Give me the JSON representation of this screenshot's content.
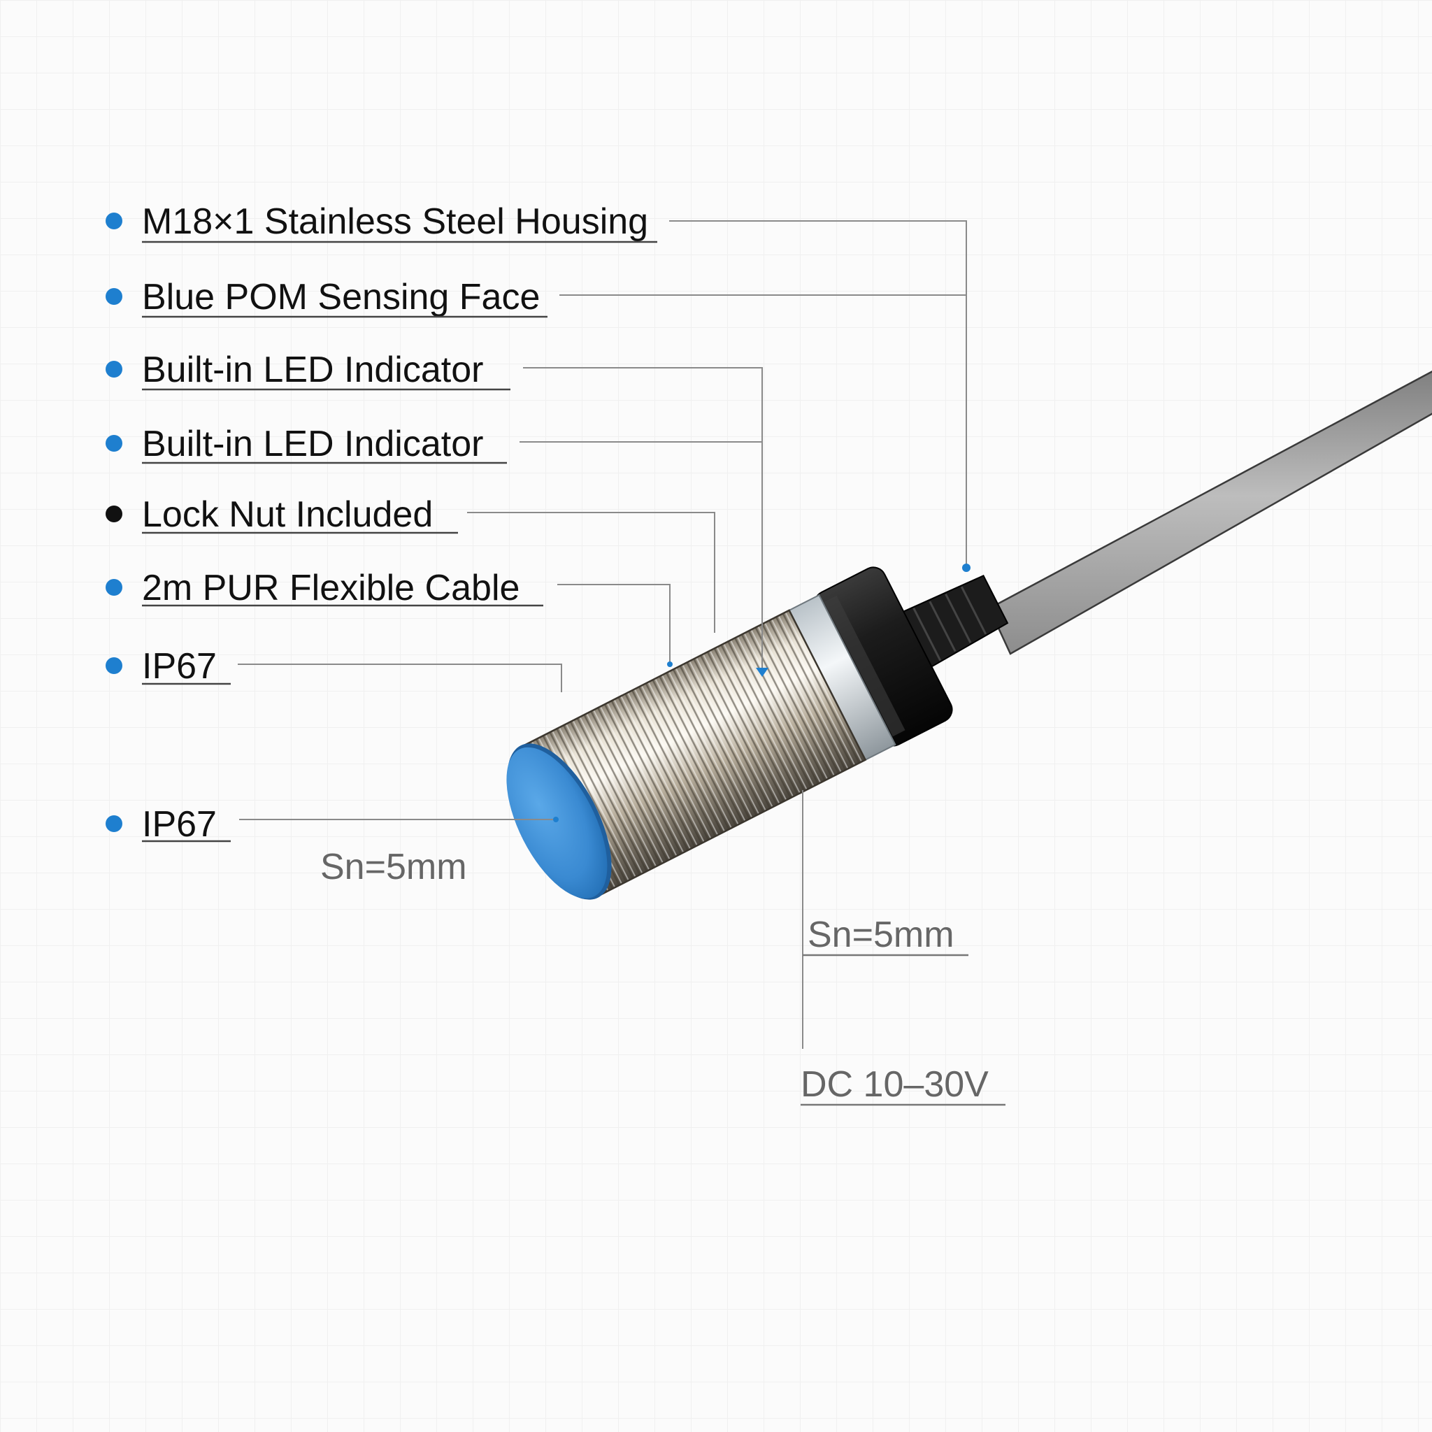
{
  "features": [
    {
      "label": "M18×1 Stainless Steel Housing",
      "bullet_color": "#1e7fcf"
    },
    {
      "label": "Blue POM Sensing Face",
      "bullet_color": "#1e7fcf"
    },
    {
      "label": "Built-in LED Indicator",
      "bullet_color": "#1e7fcf"
    },
    {
      "label": "Built-in LED Indicator",
      "bullet_color": "#1e7fcf"
    },
    {
      "label": "Lock Nut Included",
      "bullet_color": "#111111"
    },
    {
      "label": "2m PUR Flexible Cable",
      "bullet_color": "#1e7fcf"
    },
    {
      "label": "IP67",
      "bullet_color": "#1e7fcf"
    },
    {
      "label": "IP67",
      "bullet_color": "#1e7fcf"
    }
  ],
  "specs": [
    {
      "label": "Sn=5mm"
    },
    {
      "label": "Sn=5mm"
    },
    {
      "label": "DC 10–30V"
    }
  ],
  "colors": {
    "accent_blue": "#1e7fcf",
    "sensing_face": "#3d8fd6",
    "housing_steel": "#c8bfae",
    "nut_black": "#1a1a1a",
    "cable_gray": "#a3a3a3"
  }
}
